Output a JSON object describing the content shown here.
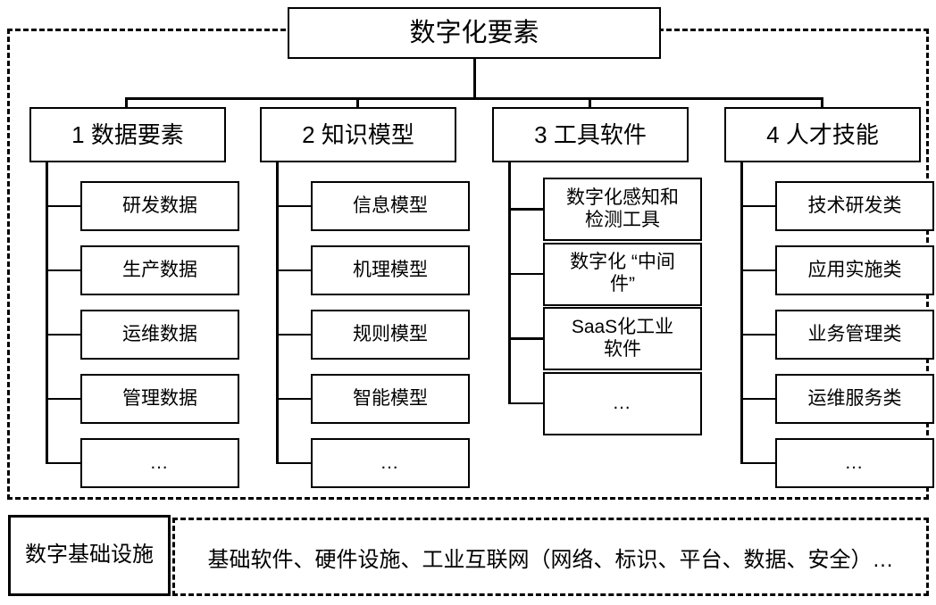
{
  "diagram": {
    "root": {
      "label": "数字化要素"
    },
    "categories": [
      {
        "id": "data-elements",
        "label": "1 数据要素",
        "items": [
          {
            "lines": [
              "研发数据"
            ]
          },
          {
            "lines": [
              "生产数据"
            ]
          },
          {
            "lines": [
              "运维数据"
            ]
          },
          {
            "lines": [
              "管理数据"
            ]
          },
          {
            "lines": [
              "…"
            ]
          }
        ]
      },
      {
        "id": "knowledge-models",
        "label": "2 知识模型",
        "items": [
          {
            "lines": [
              "信息模型"
            ]
          },
          {
            "lines": [
              "机理模型"
            ]
          },
          {
            "lines": [
              "规则模型"
            ]
          },
          {
            "lines": [
              "智能模型"
            ]
          },
          {
            "lines": [
              "…"
            ]
          }
        ]
      },
      {
        "id": "tool-software",
        "label": "3 工具软件",
        "items": [
          {
            "lines": [
              "数字化感知和",
              "检测工具"
            ]
          },
          {
            "lines": [
              "数字化 “中间",
              "件”"
            ]
          },
          {
            "lines": [
              "SaaS化工业",
              "软件"
            ]
          },
          {
            "lines": [
              "…"
            ]
          }
        ]
      },
      {
        "id": "talent-skills",
        "label": "4 人才技能",
        "items": [
          {
            "lines": [
              "技术研发类"
            ]
          },
          {
            "lines": [
              "应用实施类"
            ]
          },
          {
            "lines": [
              "业务管理类"
            ]
          },
          {
            "lines": [
              "运维服务类"
            ]
          },
          {
            "lines": [
              "…"
            ]
          }
        ]
      }
    ],
    "footer": {
      "label": "数字基础设施",
      "content": "基础软件、硬件设施、工业互联网（网络、标识、平台、数据、安全）…"
    },
    "colors": {
      "stroke": "#000000",
      "background": "#ffffff",
      "text": "#000000"
    }
  }
}
